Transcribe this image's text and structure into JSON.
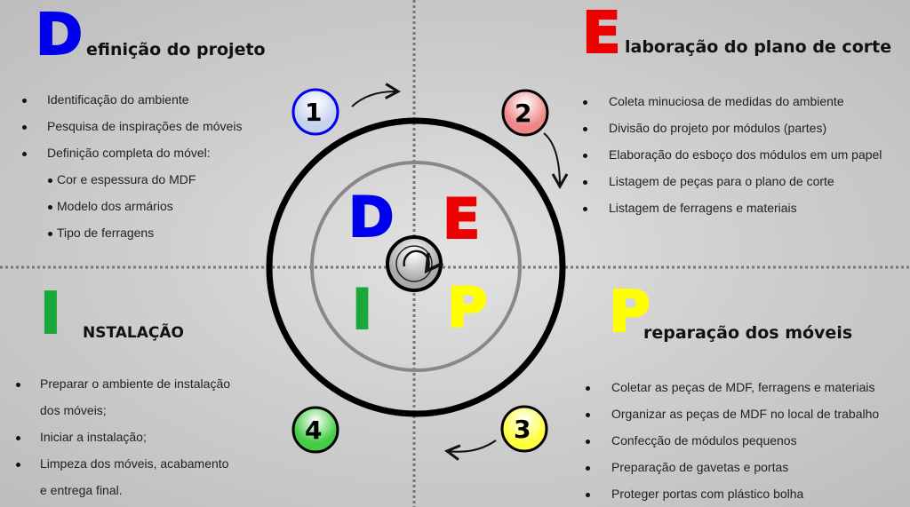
{
  "colors": {
    "D": "#0000ee",
    "E": "#ee0000",
    "I": "#1aa83a",
    "P": "#ffff00"
  },
  "center_letters": [
    "D",
    "E",
    "I",
    "P"
  ],
  "steps": [
    "1",
    "2",
    "3",
    "4"
  ],
  "sections": {
    "d": {
      "initial": "D",
      "title": "efinição do projeto",
      "items": [
        "Identificação do ambiente",
        "Pesquisa de inspirações de móveis",
        "Definição completa do móvel:"
      ],
      "subitems": [
        "Cor e espessura do MDF",
        "Modelo dos armários",
        "Tipo de ferragens"
      ]
    },
    "e": {
      "initial": "E",
      "title": "laboração do plano de corte",
      "items": [
        "Coleta minuciosa de medidas do ambiente",
        "Divisão do projeto por módulos (partes)",
        "Elaboração do esboço dos módulos em um papel",
        "Listagem de peças para o plano de corte",
        "Listagem de ferragens e materiais"
      ]
    },
    "i": {
      "initial": "I",
      "title": "NSTALAÇÃO",
      "items": [
        "Preparar o ambiente de instalação",
        "dos móveis;",
        "Iniciar a instalação;",
        "Limpeza dos móveis, acabamento",
        "e entrega final."
      ]
    },
    "p": {
      "initial": "P",
      "title": "reparação dos móveis",
      "items": [
        "Coletar as peças de MDF, ferragens e materiais",
        "Organizar as peças de MDF no local de trabalho",
        "Confecção de módulos pequenos",
        "Preparação de gavetas e portas",
        "Proteger portas com plástico bolha"
      ]
    }
  }
}
